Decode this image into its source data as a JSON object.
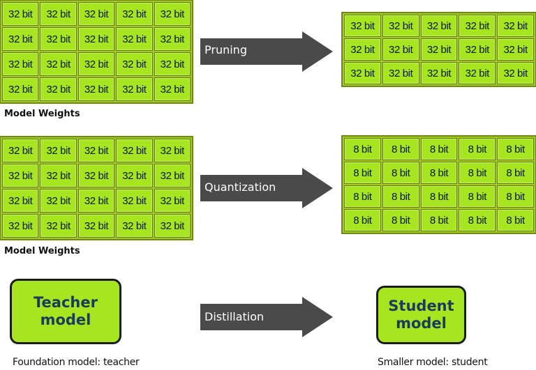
{
  "pruning": {
    "before_label": "32 bit",
    "after_label": "32 bit",
    "before_rows": 4,
    "before_cols": 5,
    "after_rows": 3,
    "after_cols": 5,
    "arrow_label": "Pruning",
    "caption": "Model Weights"
  },
  "quantization": {
    "before_label": "32 bit",
    "after_label": "8 bit",
    "before_rows": 4,
    "before_cols": 5,
    "after_rows": 4,
    "after_cols": 5,
    "arrow_label": "Quantization",
    "caption": "Model Weights"
  },
  "distillation": {
    "arrow_label": "Distillation",
    "teacher_line1": "Teacher",
    "teacher_line2": "model",
    "teacher_caption": "Foundation model: teacher",
    "student_line1": "Student",
    "student_line2": "model",
    "student_caption": "Smaller model: student"
  },
  "colors": {
    "cell_fill": "#a6e51f",
    "arrow_fill": "#4a4a4a",
    "box_border": "#1b1b1b",
    "box_text": "#1a3b5c"
  }
}
